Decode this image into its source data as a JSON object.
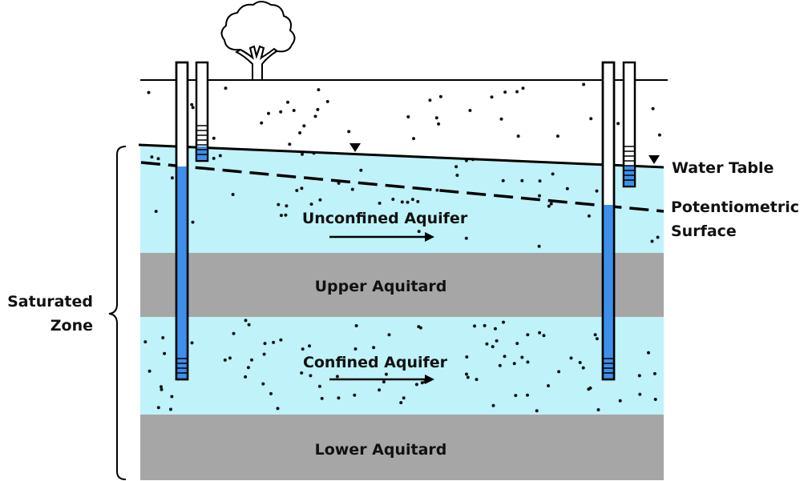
{
  "diagram": {
    "title": "Groundwater aquifer cross-section",
    "layers": [
      {
        "name": "unsaturated-zone",
        "label": ""
      },
      {
        "name": "unconfined-aquifer",
        "label": "Unconfined Aquifer"
      },
      {
        "name": "upper-aquitard",
        "label": "Upper Aquitard"
      },
      {
        "name": "confined-aquifer",
        "label": "Confined Aquifer"
      },
      {
        "name": "lower-aquitard",
        "label": "Lower Aquitard"
      }
    ],
    "labels": {
      "water_table": "Water Table",
      "potentiometric_line1": "Potentiometric",
      "potentiometric_line2": "Surface",
      "saturated_line1": "Saturated",
      "saturated_line2": "Zone"
    },
    "colors": {
      "aquifer": "#bff2f9",
      "aquitard": "#a6a6a6",
      "water": "#3d8fea",
      "ink": "#000000"
    },
    "wells": [
      {
        "name": "left-deep-well",
        "screened_in": "Confined Aquifer"
      },
      {
        "name": "left-shallow-well",
        "screened_in": "Unconfined Aquifer"
      },
      {
        "name": "right-deep-well",
        "screened_in": "Confined Aquifer"
      },
      {
        "name": "right-shallow-well",
        "screened_in": "Unconfined Aquifer"
      }
    ]
  }
}
